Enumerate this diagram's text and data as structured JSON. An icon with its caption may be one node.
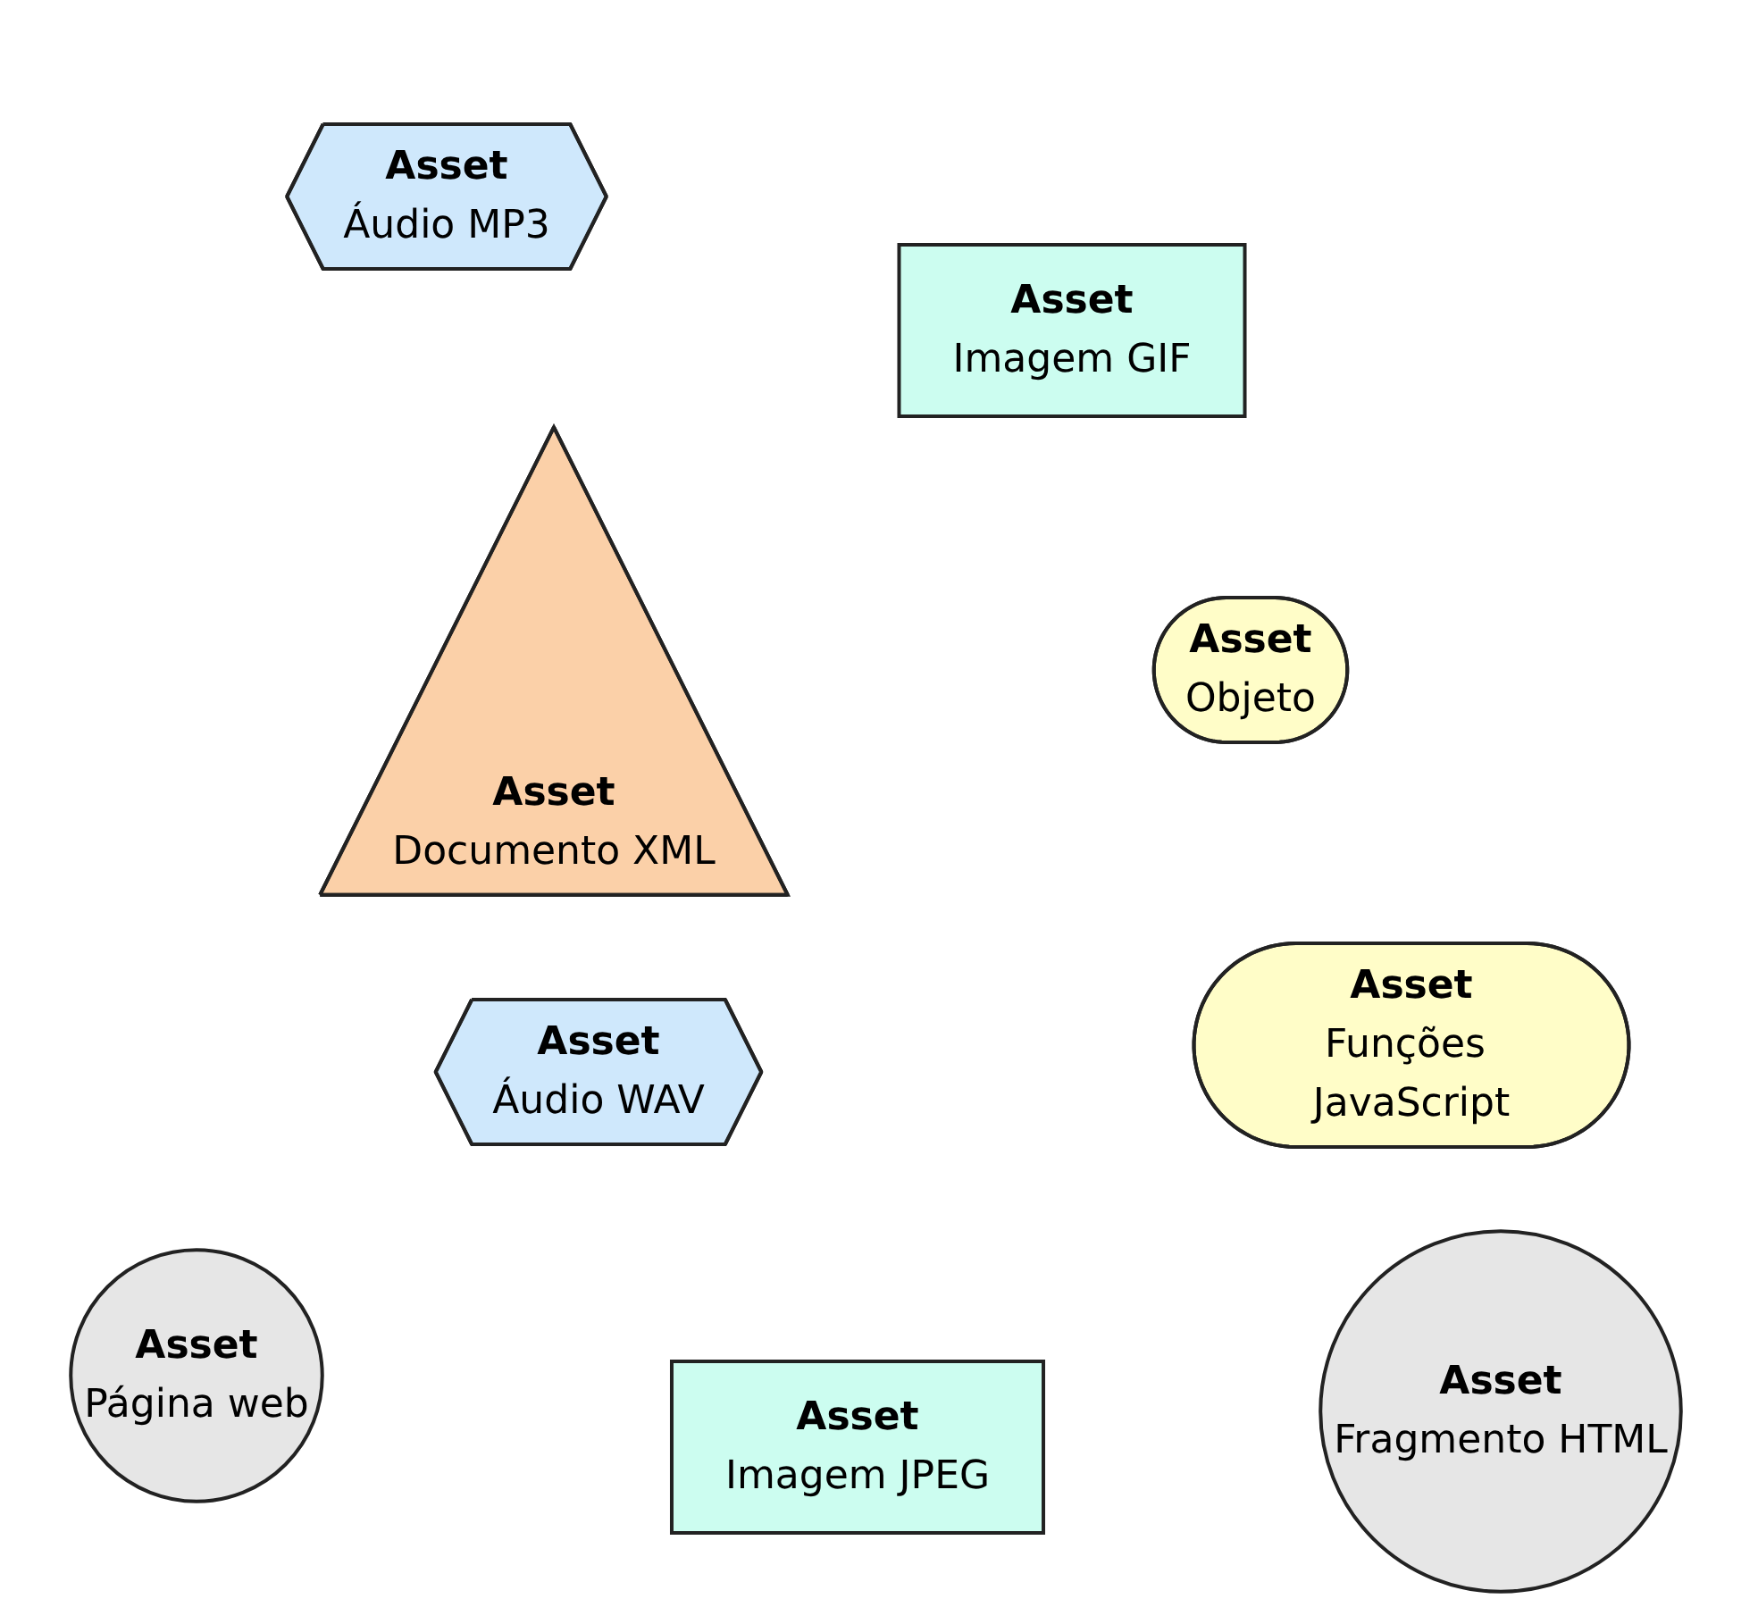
{
  "diagram": {
    "nodes": [
      {
        "text": [
          "Asset",
          "Áudio MP3"
        ]
      },
      {
        "text": [
          "Asset",
          "Imagem GIF"
        ]
      },
      {
        "text": [
          "Asset",
          "Documento XML"
        ]
      },
      {
        "text": [
          "Asset",
          "Objeto"
        ]
      },
      {
        "text": [
          "Asset",
          "Áudio WAV"
        ]
      },
      {
        "text": [
          "Asset",
          "Funções JavaScript"
        ]
      },
      {
        "text": [
          "Asset",
          "Página web"
        ]
      },
      {
        "text": [
          "Asset",
          "Imagem JPEG"
        ]
      },
      {
        "text": [
          "Asset",
          "Fragmento HTML"
        ]
      }
    ],
    "edges": []
  }
}
